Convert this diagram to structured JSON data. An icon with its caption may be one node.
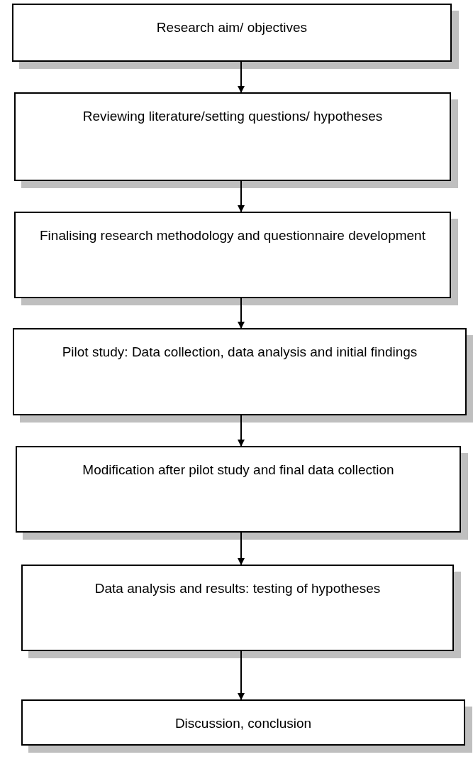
{
  "diagram": {
    "nodes": [
      {
        "text": [
          "Research aim/ objectives"
        ]
      },
      {
        "text": [
          "Reviewing literature/setting questions/ hypotheses"
        ]
      },
      {
        "text": [
          "Finalising research methodology and questionnaire development"
        ]
      },
      {
        "text": [
          "Pilot study: Data collection, data analysis and initial findings"
        ]
      },
      {
        "text": [
          "Modification after pilot study and final data collection"
        ]
      },
      {
        "text": [
          "Data analysis and results: testing of hypotheses"
        ]
      },
      {
        "text": [
          "Discussion, conclusion"
        ]
      }
    ],
    "edges": [
      {
        "from": 0,
        "to": 1,
        "arrow": "to"
      },
      {
        "from": 1,
        "to": 2,
        "arrow": "to"
      },
      {
        "from": 2,
        "to": 3,
        "arrow": "to"
      },
      {
        "from": 3,
        "to": 4,
        "arrow": "to"
      },
      {
        "from": 4,
        "to": 5,
        "arrow": "to"
      },
      {
        "from": 5,
        "to": 6,
        "arrow": "to"
      }
    ]
  }
}
